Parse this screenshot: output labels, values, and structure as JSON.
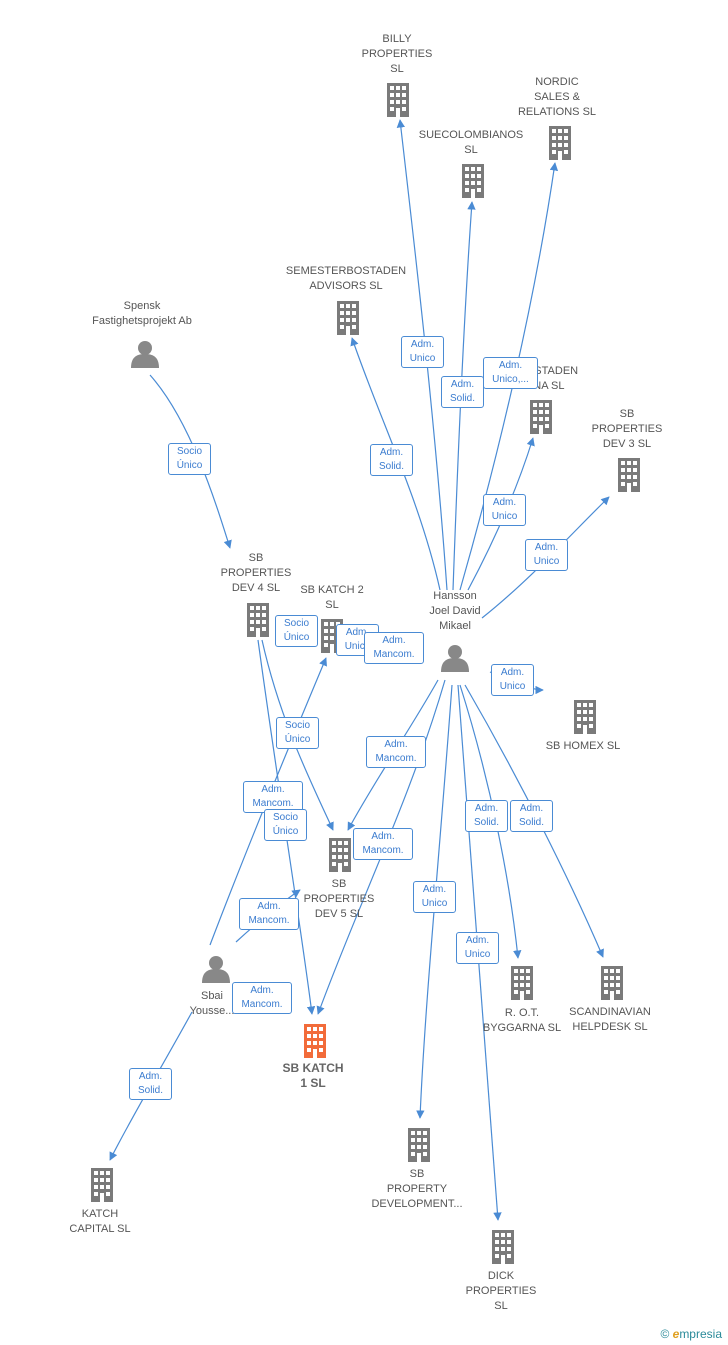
{
  "nodes": {
    "billy": "BILLY\nPROPERTIES\nSL",
    "nordic": "NORDIC\nSALES &\nRELATIONS SL",
    "suecolombianos": "SUECOLOMBIANOS\nSL",
    "semesterbostaden_advisors": "SEMESTERBOSTADEN\nADVISORS SL",
    "spensk": "Spensk\nFastighetsprojekt Ab",
    "semesterbostaden_2": "S...BOSTADEN\n...ONA SL",
    "sb_dev3": "SB\nPROPERTIES\nDEV 3 SL",
    "sb_dev4": "SB\nPROPERTIES\nDEV 4 SL",
    "sb_katch2": "SB KATCH 2\nSL",
    "hansson": "Hansson\nJoel David\nMikael",
    "sb_homex": "SB HOMEX SL",
    "sb_dev5": "SB\nPROPERTIES\nDEV 5 SL",
    "sbai": "Sbai\nYousse...",
    "sb_katch1": "SB KATCH\n1 SL",
    "rot": "R. O.T.\nBYGGARNA SL",
    "scandinavian": "SCANDINAVIAN\nHELPDESK SL",
    "katch_capital": "KATCH\nCAPITAL SL",
    "sb_property_dev": "SB\nPROPERTY\nDEVELOPMENT...",
    "dick": "DICK\nPROPERTIES\nSL"
  },
  "relations": {
    "adm_unico": "Adm.\nUnico",
    "adm_unico_trunc": "Adm.\nUnico,...",
    "adm_solid": "Adm.\nSolid.",
    "adm_mancom": "Adm.\nMancom.",
    "socio_unico": "Socio\nÚnico"
  },
  "brand": {
    "copyright": "©",
    "name_e": "e",
    "name_rest": "mpresia"
  },
  "colors": {
    "edge": "#4a8bd4",
    "building": "#808080",
    "focus": "#f26b3a",
    "person": "#888888"
  }
}
